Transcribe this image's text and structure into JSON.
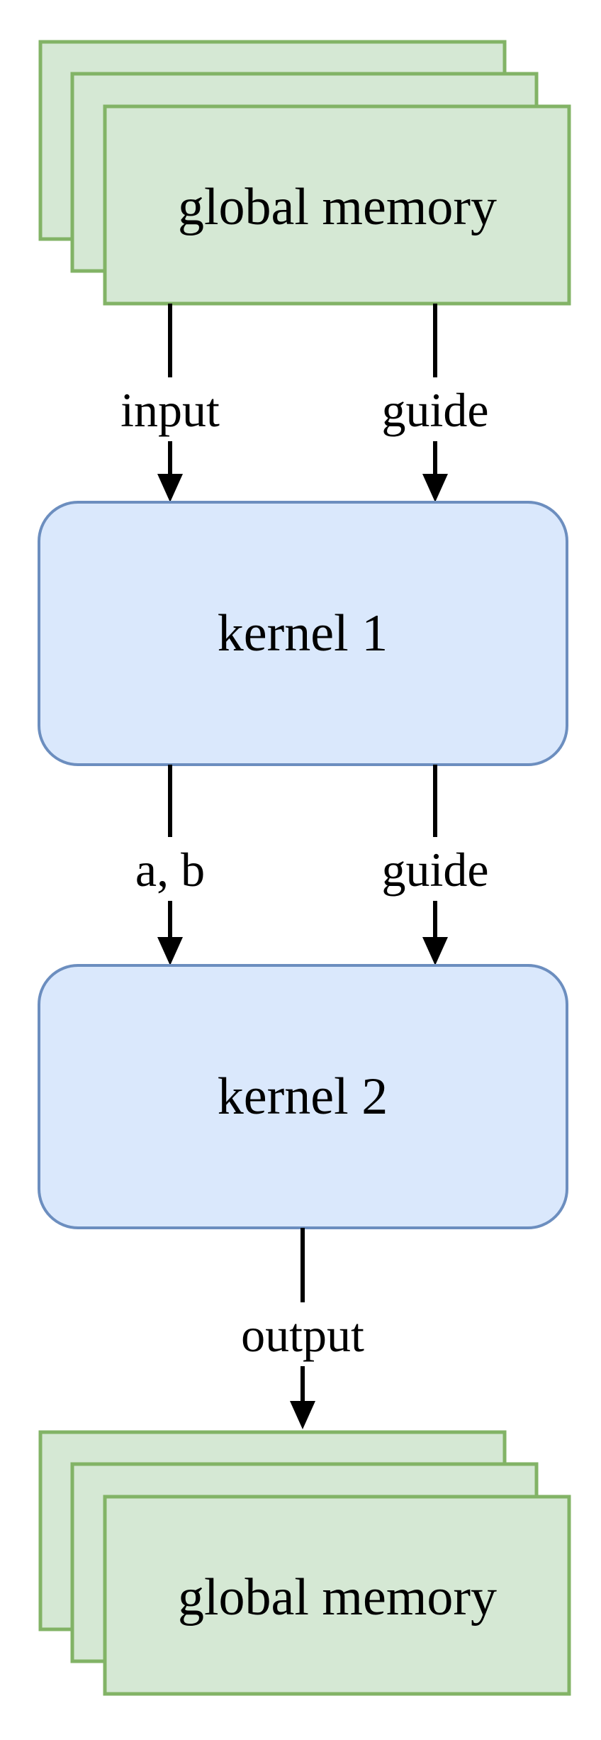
{
  "diagram": {
    "colors": {
      "memory_fill": "#d5e8d4",
      "memory_stroke": "#82b366",
      "kernel_fill": "#dae8fc",
      "kernel_stroke": "#6c8ebf",
      "edge": "#000000"
    },
    "nodes": {
      "global_memory_top": {
        "label": "global memory"
      },
      "kernel_1": {
        "label": "kernel 1"
      },
      "kernel_2": {
        "label": "kernel 2"
      },
      "global_memory_bottom": {
        "label": "global memory"
      }
    },
    "edges": {
      "input": {
        "label": "input"
      },
      "guide_1": {
        "label": "guide"
      },
      "a_b": {
        "label": "a, b"
      },
      "guide_2": {
        "label": "guide"
      },
      "output": {
        "label": "output"
      }
    }
  }
}
